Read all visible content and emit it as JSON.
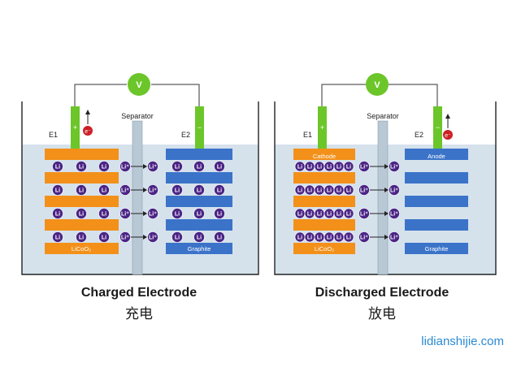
{
  "diagrams": {
    "charged": {
      "title": "Charged Electrode",
      "title_cn": "充电",
      "voltmeter": "V",
      "separator": "Separator",
      "e1": "E1",
      "e2": "E2",
      "electron": "e⁻",
      "plus": "+",
      "minus": "−",
      "ion": "Li",
      "ion_plus": "Li⁺",
      "cathode_label": "LiCoO₂",
      "anode_label": "Graphite"
    },
    "discharged": {
      "title": "Discharged Electrode",
      "title_cn": "放电",
      "voltmeter": "V",
      "separator": "Separator",
      "e1": "E1",
      "e2": "E2",
      "electron": "e⁻",
      "plus": "+",
      "minus": "−",
      "ion": "Li",
      "ion_plus": "Li⁺",
      "cathode_top": "Cathode",
      "anode_top": "Anode",
      "cathode_label": "LiCoO₂",
      "anode_label": "Graphite"
    }
  },
  "watermark": "lidianshijie.com",
  "colors": {
    "cathode": "#f39019",
    "anode": "#3b73c9",
    "electrolyte": "#d5e2ec",
    "separator": "#b8c8d4",
    "ion": "#4b2485",
    "voltmeter": "#6cc62a",
    "terminal": "#6cc62a",
    "electron": "#cc2026",
    "watermark": "#2a8ad4"
  }
}
